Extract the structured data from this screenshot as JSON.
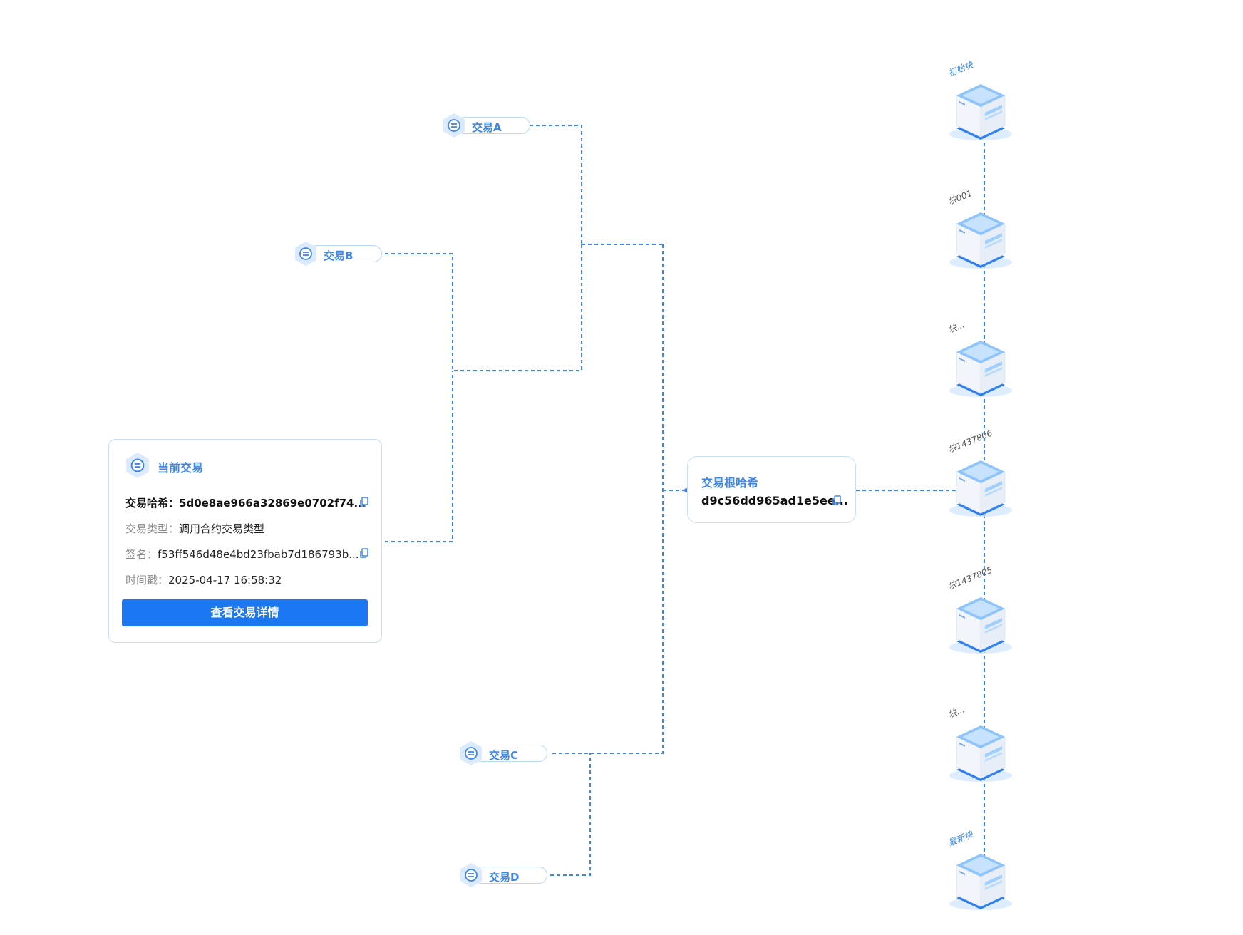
{
  "transactions": [
    {
      "id": "a",
      "label": "交易A"
    },
    {
      "id": "b",
      "label": "交易B"
    },
    {
      "id": "c",
      "label": "交易C"
    },
    {
      "id": "d",
      "label": "交易D"
    }
  ],
  "current": {
    "title": "当前交易",
    "hash_key": "交易哈希：",
    "hash_value": "5d0e8ae966a32869e0702f74...",
    "type_key": "交易类型：",
    "type_value": "调用合约交易类型",
    "sign_key": "签名：",
    "sign_value": "f53ff546d48e4bd23fbab7d186793b...",
    "time_key": "时间戳：",
    "time_value": "2025-04-17 16:58:32",
    "button": "查看交易详情"
  },
  "root": {
    "title": "交易根哈希",
    "value": "d9c56dd965ad1e5ee..."
  },
  "blocks": [
    {
      "label": "初始块",
      "accent": true
    },
    {
      "label": "块001",
      "accent": false
    },
    {
      "label": "块...",
      "accent": false
    },
    {
      "label": "块1437806",
      "accent": false
    },
    {
      "label": "块1437805",
      "accent": false
    },
    {
      "label": "块...",
      "accent": false
    },
    {
      "label": "最新块",
      "accent": true
    }
  ],
  "colors": {
    "accent": "#3f87e6",
    "line": "#3a86ec",
    "button": "#1c77f2"
  }
}
